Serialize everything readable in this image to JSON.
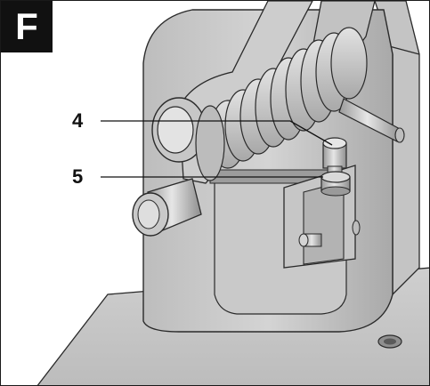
{
  "figure": {
    "panel_letter": "F",
    "callouts": [
      {
        "label": "4"
      },
      {
        "label": "5"
      }
    ]
  },
  "colors": {
    "badge_background": "#111111",
    "badge_text": "#ffffff",
    "metal_light": "#d6d6d6",
    "metal_mid": "#b5b5b5",
    "metal_dark": "#8c8c8c",
    "outline": "#2a2a2a"
  }
}
